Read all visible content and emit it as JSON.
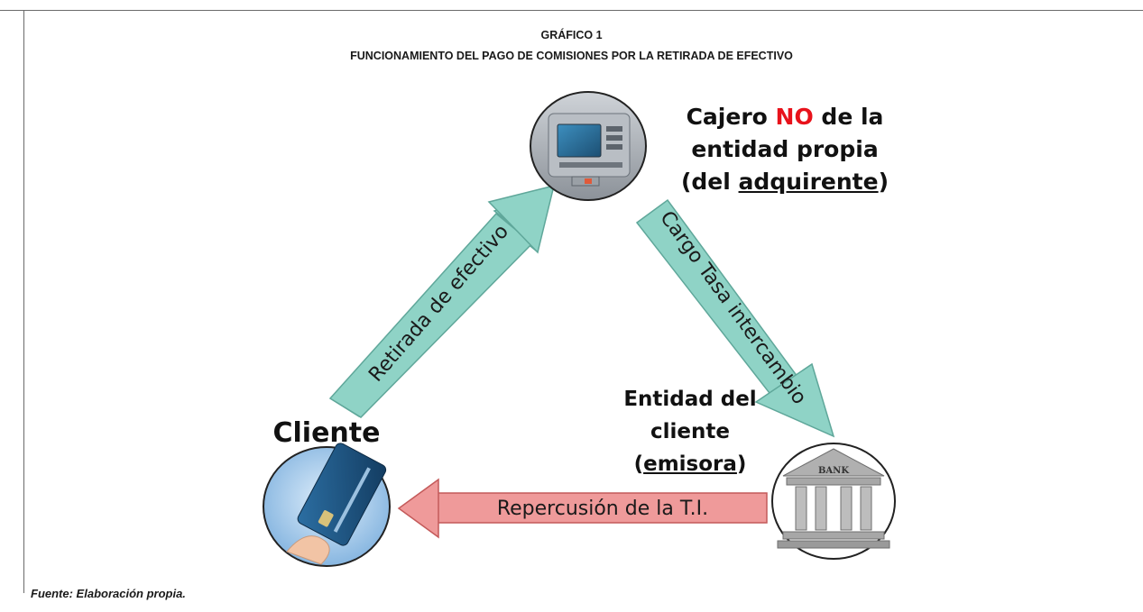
{
  "figure": {
    "number": "GRÁFICO 1",
    "title": "FUNCIONAMIENTO DEL PAGO DE COMISIONES POR LA RETIRADA DE EFECTIVO",
    "source": "Fuente: Elaboración propia."
  },
  "nodes": {
    "atm": {
      "line1_pre": "Cajero ",
      "line1_highlight": "NO",
      "line1_post": " de la",
      "line2": "entidad propia",
      "line3_open": "(del ",
      "line3_underlined": "adquirente",
      "line3_close": ")"
    },
    "bank": {
      "line1": "Entidad del",
      "line2": "cliente",
      "line3_open": "(",
      "line3_underlined": "emisora",
      "line3_close": ")",
      "sign": "BANK"
    },
    "client": {
      "label": "Cliente"
    }
  },
  "arrows": {
    "withdrawal": "Retirada de efectivo",
    "charge": "Cargo Tasa intercambio",
    "pass_through": "Repercusión de la T.I."
  },
  "colors": {
    "teal_arrow": "#8fd3c6",
    "teal_border": "#5fa79a",
    "red_arrow": "#ef9a9a",
    "red_border": "#c45a5a",
    "highlight": "#e8121b"
  }
}
